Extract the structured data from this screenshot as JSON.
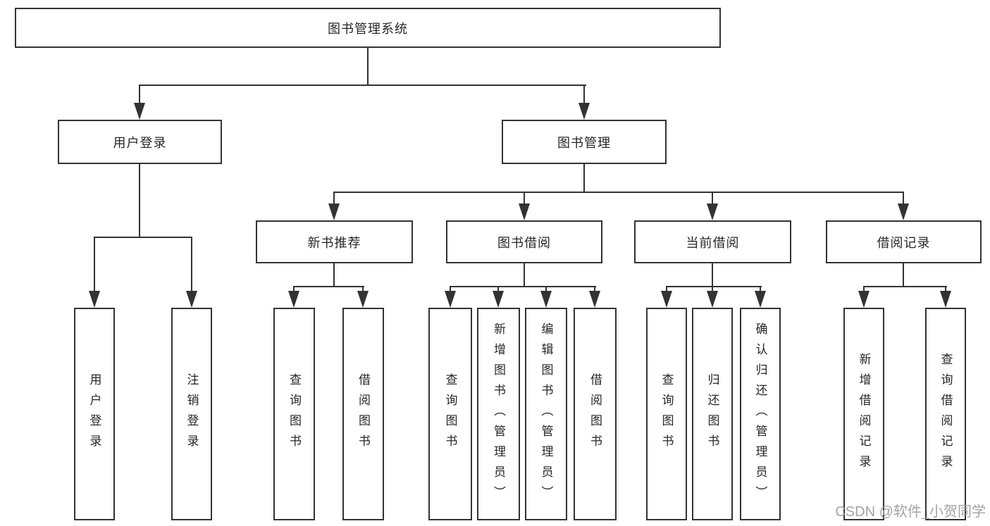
{
  "diagram": {
    "root": "图书管理系统",
    "level2": [
      "用户登录",
      "图书管理"
    ],
    "level3": [
      "新书推荐",
      "图书借阅",
      "当前借阅",
      "借阅记录"
    ],
    "leaves": {
      "login": [
        "用户登录",
        "注销登录"
      ],
      "recommend": [
        "查询图书",
        "借阅图书"
      ],
      "borrow": [
        "查询图书",
        "新增图书（管理员）",
        "编辑图书（管理员）",
        "借阅图书"
      ],
      "current": [
        "查询图书",
        "归还图书",
        "确认归还（管理员）"
      ],
      "records": [
        "新增借阅记录",
        "查询借阅记录"
      ]
    }
  },
  "watermark": "CSDN @软件_小贺同学",
  "colors": {
    "line": "#333333",
    "text": "#262626",
    "background": "#ffffff",
    "watermark": "#a8a2a2"
  }
}
